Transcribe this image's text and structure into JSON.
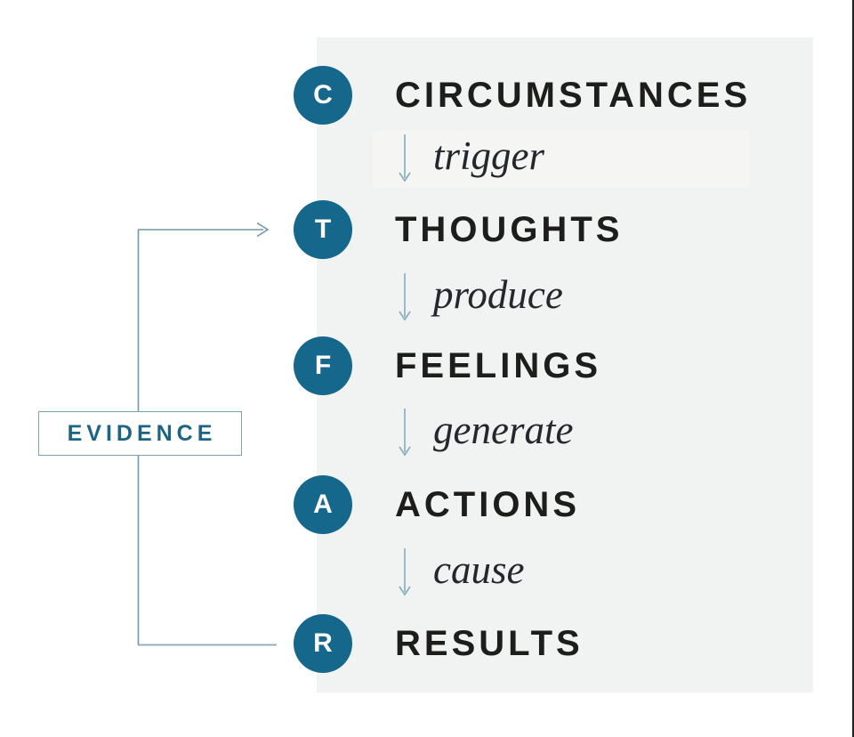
{
  "model": {
    "steps": [
      {
        "initial": "C",
        "label": "CIRCUMSTANCES",
        "verb": "trigger"
      },
      {
        "initial": "T",
        "label": "THOUGHTS",
        "verb": "produce"
      },
      {
        "initial": "F",
        "label": "FEELINGS",
        "verb": "generate"
      },
      {
        "initial": "A",
        "label": "ACTIONS",
        "verb": "cause"
      },
      {
        "initial": "R",
        "label": "RESULTS"
      }
    ],
    "feedback": {
      "label": "EVIDENCE"
    }
  },
  "icons": {
    "down_arrow": "↓",
    "right_arrowhead": "→"
  },
  "colors": {
    "badge_teal": "#15688b",
    "panel_gray": "#f1f2f2",
    "trigger_band_gray": "#f5f6f3",
    "label_text": "#1d1d1b",
    "verb_text": "#24282c",
    "down_arrow_blue": "#85abbb",
    "connector_line": "#6f96a9",
    "evidence_text": "#1c6484",
    "evidence_border": "#7aa3b4",
    "screen_edge": "#222222"
  }
}
